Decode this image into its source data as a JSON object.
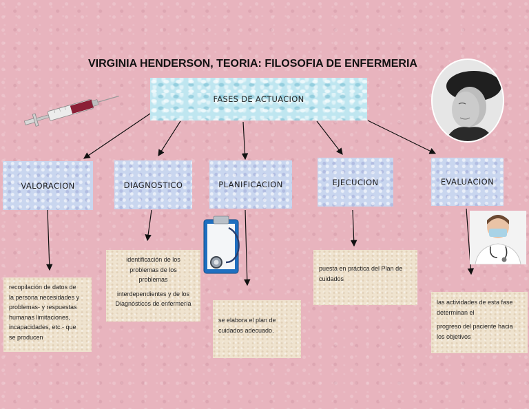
{
  "title": "VIRGINIA HENDERSON, TEORIA: FILOSOFIA DE ENFERMERIA",
  "root": {
    "label": "FASES DE ACTUACION"
  },
  "phases": [
    {
      "label": "VALORACION"
    },
    {
      "label": "DIAGNOSTICO"
    },
    {
      "label": "PLANIFICACION"
    },
    {
      "label": "EJECUCION"
    },
    {
      "label": "EVALUACION"
    }
  ],
  "notes": {
    "valoracion": [
      " recopilación de datos de",
      "la persona necesidades y",
      "problemas- y respuestas",
      "humanas limitaciones,",
      "incapacidades, etc.- que",
      "se producen"
    ],
    "diagnostico": [
      "identificación de los",
      "problemas de los",
      "problemas",
      "interdependientes y de los",
      "Diagnósticos de enfermería"
    ],
    "planificacion": [
      " se elabora el plan de",
      "cuidados adecuado."
    ],
    "ejecucion": [
      " puesta en práctica del Plan de",
      "cuidados"
    ],
    "evaluacion": [
      "las actividades de esta fase",
      "determinan el",
      "progreso del paciente hacia",
      "los objetivos"
    ]
  },
  "colors": {
    "background": "#e8b4be",
    "root_box": "#bfe6f0",
    "phase_box": "#c9d6ef",
    "note_box": "#efe3cf"
  },
  "icons": [
    "syringe-icon",
    "clipboard-stethoscope-icon",
    "doctor-icon",
    "portrait-photo"
  ]
}
